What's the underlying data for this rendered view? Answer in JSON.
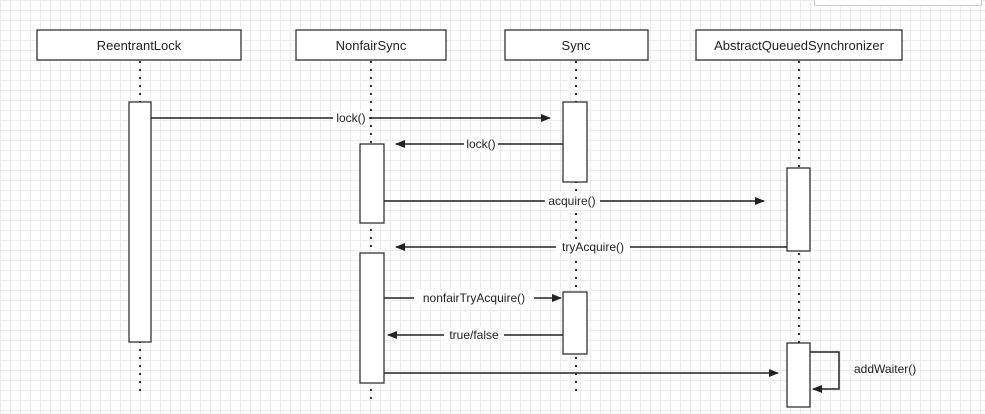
{
  "participants": {
    "reentrant_lock": "ReentrantLock",
    "nonfair_sync": "NonfairSync",
    "sync": "Sync",
    "aqs": "AbstractQueuedSynchronizer"
  },
  "messages": {
    "lock_1": "lock()",
    "lock_2": "lock()",
    "acquire": "acquire()",
    "try_acquire": "tryAcquire()",
    "nonfair_try_acquire": "nonfairTryAcquire()",
    "true_false": "true/false",
    "add_waiter": "addWaiter()"
  },
  "colors": {
    "line": "#222222",
    "lifeline": "#333333",
    "box_fill": "#ffffff",
    "grid": "#ececec"
  }
}
